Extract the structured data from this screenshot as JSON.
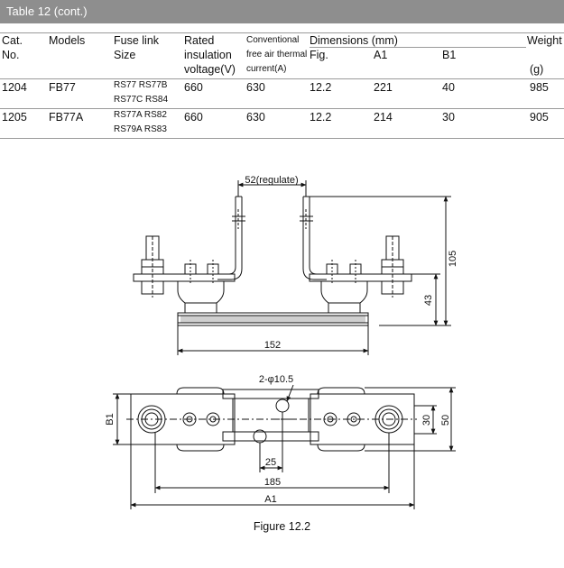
{
  "table": {
    "title": "Table 12 (cont.)",
    "headers": {
      "cat_1": "Cat.",
      "cat_2": "No.",
      "models": "Models",
      "fuse_1": "Fuse link",
      "fuse_2": "Size",
      "rated_1": "Rated",
      "rated_2": "insulation",
      "rated_3": "voltage(V)",
      "conv_1": "Conventional",
      "conv_2": "free air thermal",
      "conv_3": "current(A)",
      "dimensions": "Dimensions (mm)",
      "fig": "Fig.",
      "a1": "A1",
      "b1": "B1",
      "weight_1": "Weight",
      "weight_2": "(g)"
    },
    "rows": [
      {
        "cat": "1204",
        "model": "FB77",
        "fuse_1": "RS77 RS77B",
        "fuse_2": "RS77C RS84",
        "voltage": "660",
        "current": "630",
        "fig": "12.2",
        "a1": "221",
        "b1": "40",
        "weight": "985"
      },
      {
        "cat": "1205",
        "model": "FB77A",
        "fuse_1": "RS77A RS82",
        "fuse_2": "RS79A RS83",
        "voltage": "660",
        "current": "630",
        "fig": "12.2",
        "a1": "214",
        "b1": "30",
        "weight": "905"
      }
    ]
  },
  "drawing": {
    "dim_spacing": "52(regulate)",
    "dim_height": "105",
    "dim_base_height": "43",
    "dim_base_width": "152",
    "dim_hole": "2-φ10.5",
    "dim_b1": "B1",
    "dim_30": "30",
    "dim_50": "50",
    "dim_25": "25",
    "dim_185": "185",
    "dim_a1": "A1"
  },
  "caption": "Figure 12.2"
}
